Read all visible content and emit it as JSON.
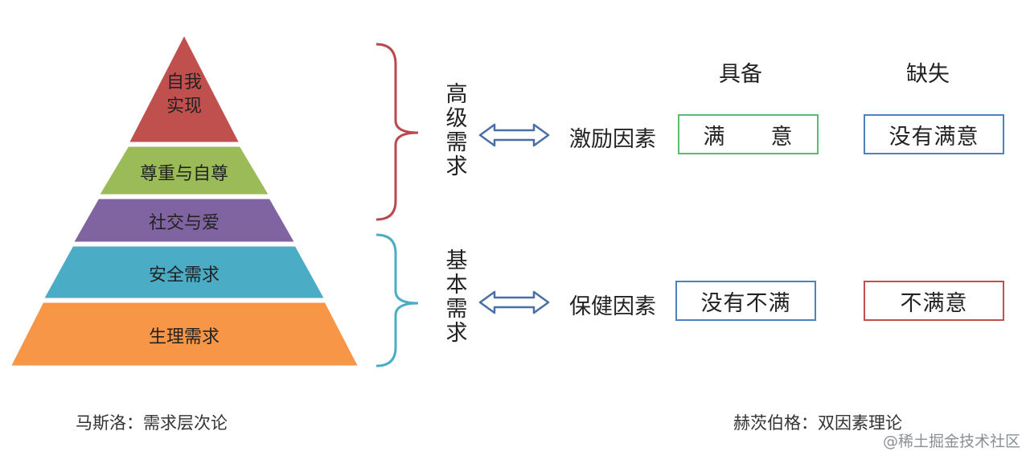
{
  "maslow": {
    "layers": [
      {
        "label_lines": [
          "自我",
          "实现"
        ],
        "color": "#C0504D"
      },
      {
        "label_lines": [
          "尊重与自尊"
        ],
        "color": "#9BBB59"
      },
      {
        "label_lines": [
          "社交与爱"
        ],
        "color": "#8064A2"
      },
      {
        "label_lines": [
          "安全需求"
        ],
        "color": "#4BACC6"
      },
      {
        "label_lines": [
          "生理需求"
        ],
        "color": "#F79646"
      }
    ],
    "caption": "马斯洛：需求层次论"
  },
  "groups": {
    "high": {
      "label": "高级需求",
      "bracket_color": "#B84A4F"
    },
    "basic": {
      "label": "基本需求",
      "bracket_color": "#4BACC6"
    }
  },
  "arrow_color": "#4A6FA5",
  "herzberg": {
    "columns": {
      "present": "具备",
      "absent": "缺失"
    },
    "motivators": {
      "label": "激励因素",
      "present": {
        "text": "满　　意",
        "border": "#5DBB6E"
      },
      "absent": {
        "text": "没有满意",
        "border": "#4F81BD"
      }
    },
    "hygiene": {
      "label": "保健因素",
      "present": {
        "text": "没有不满",
        "border": "#4F81BD"
      },
      "absent": {
        "text": "不满意",
        "border": "#C0504D"
      }
    },
    "caption": "赫茨伯格：双因素理论"
  },
  "watermark": "@稀土掘金技术社区"
}
